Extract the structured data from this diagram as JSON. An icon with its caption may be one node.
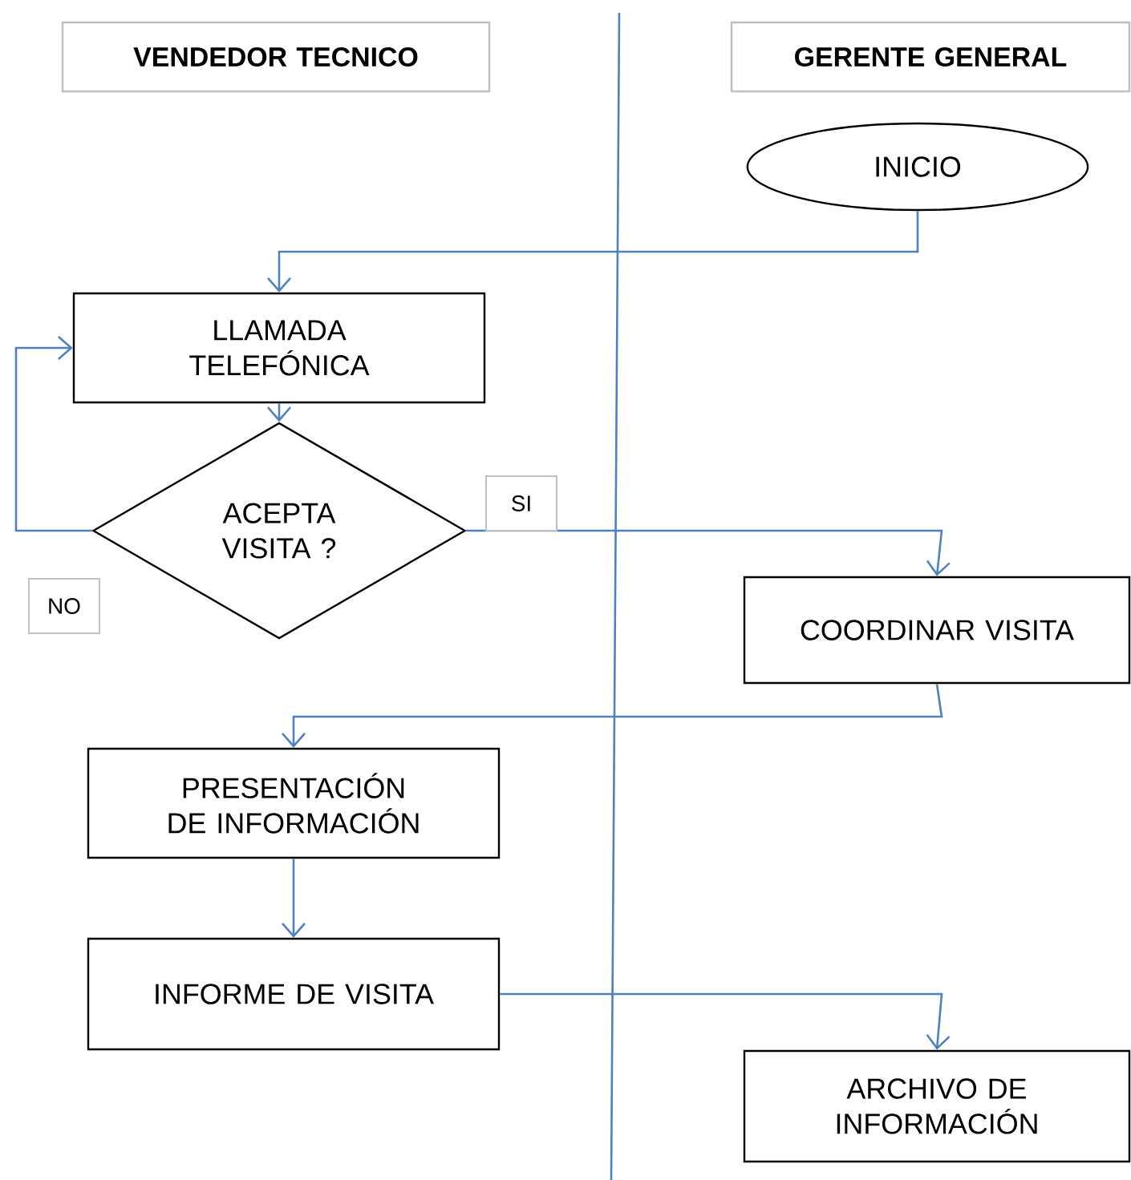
{
  "diagram": {
    "nodes": [
      {
        "text": [
          "VENDEDOR TECNICO"
        ]
      },
      {
        "text": [
          "GERENTE GENERAL"
        ]
      },
      {
        "text": [
          "INICIO"
        ]
      },
      {
        "text": [
          "LLAMADA TELEFÓNICA"
        ]
      },
      {
        "text": [
          "ACEPTA VISITA ?"
        ]
      },
      {
        "text": [
          "COORDINAR VISITA"
        ]
      },
      {
        "text": [
          "PRESENTACIÓN DE INFORMACIÓN"
        ]
      },
      {
        "text": [
          "INFORME DE VISITA"
        ]
      },
      {
        "text": [
          "ARCHIVO DE INFORMACIÓN"
        ]
      }
    ],
    "edges": [
      {
        "from": 2,
        "to": 3,
        "arrow": "to"
      },
      {
        "from": 3,
        "to": 4,
        "arrow": "to"
      },
      {
        "from": 4,
        "to": 3,
        "arrow": "to",
        "label": "NO"
      },
      {
        "from": 4,
        "to": 5,
        "arrow": "to",
        "label": "SI"
      },
      {
        "from": 5,
        "to": 6,
        "arrow": "to"
      },
      {
        "from": 6,
        "to": 7,
        "arrow": "to"
      },
      {
        "from": 7,
        "to": 8,
        "arrow": "to"
      }
    ]
  }
}
